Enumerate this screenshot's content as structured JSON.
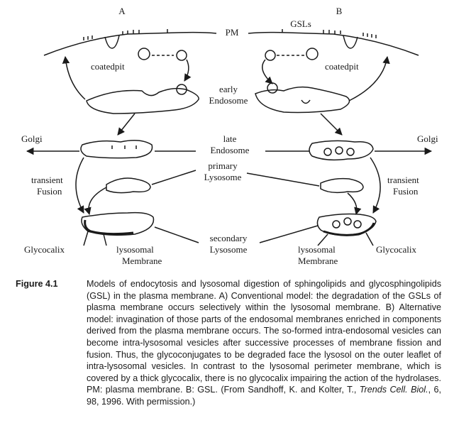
{
  "diagram": {
    "panel_a": "A",
    "panel_b": "B",
    "pm": "PM",
    "gsls": "GSLs",
    "coatedpit_a": "coatedpit",
    "coatedpit_b": "coatedpit",
    "early_1": "early",
    "early_2": "Endosome",
    "golgi_a": "Golgi",
    "golgi_b": "Golgi",
    "late_1": "late",
    "late_2": "Endosome",
    "primary_1": "primary",
    "primary_2": "Lysosome",
    "transient_a_1": "transient",
    "transient_a_2": "Fusion",
    "transient_b_1": "transient",
    "transient_b_2": "Fusion",
    "secondary_1": "secondary",
    "secondary_2": "Lysosome",
    "glycocalix_a": "Glycocalix",
    "glycocalix_b": "Glycocalix",
    "membrane_a_1": "lysosomal",
    "membrane_a_2": "Membrane",
    "membrane_b_1": "lysosomal",
    "membrane_b_2": "Membrane"
  },
  "caption": {
    "label": "Figure 4.1",
    "text_pre": "Models of endocytosis and lysosomal digestion of sphingolipids and glycosphingolipids (GSL) in the plasma membrane. A) Conventional model: the degradation of the GSLs of plasma membrane occurs selectively within the lysosomal membrane. B) Alternative model: invagination of those parts of the endosomal membranes enriched in components derived from the plasma membrane occurs. The so-formed intra-endosomal vesicles can become intra-lysosomal vesicles after successive processes of membrane fission and fusion. Thus, the glycoconjugates to be degraded face the lysosol on the outer leaflet of intra-lysosomal vesicles. In contrast to the lysosomal perimeter membrane, which is covered by a thick glycocalix, there is no glycocalix impairing the action of the hydrolases. PM: plasma membrane. B: GSL. (From Sandhoff, K. and Kolter, T., ",
    "journal": "Trends Cell. Biol.",
    "text_post": ", 6, 98, 1996. With permission.)"
  }
}
